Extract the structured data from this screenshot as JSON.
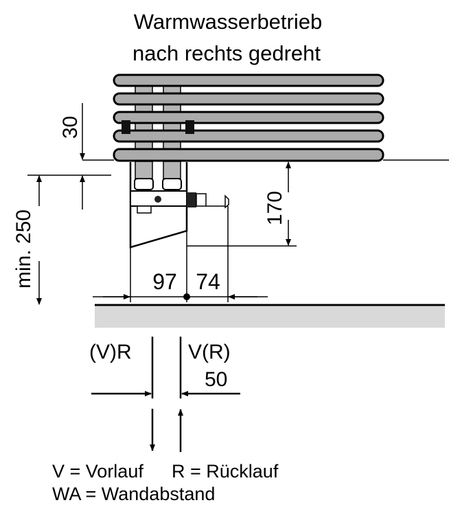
{
  "title": {
    "line1": "Warmwasserbetrieb",
    "line2": "nach rechts gedreht"
  },
  "dimensions": {
    "top_offset": "30",
    "min_height": "min. 250",
    "valve_height": "170",
    "left_distance": "97",
    "right_distance": "74",
    "pipe_spacing": "50"
  },
  "connections": {
    "left": "(V)R",
    "right": "V(R)"
  },
  "legend": {
    "line1_v": "V = Vorlauf",
    "line1_r": "R = Rücklauf",
    "line2": "WA = Wandabstand"
  },
  "colors": {
    "tube": "#ababab",
    "floor": "#d9d9d9"
  }
}
